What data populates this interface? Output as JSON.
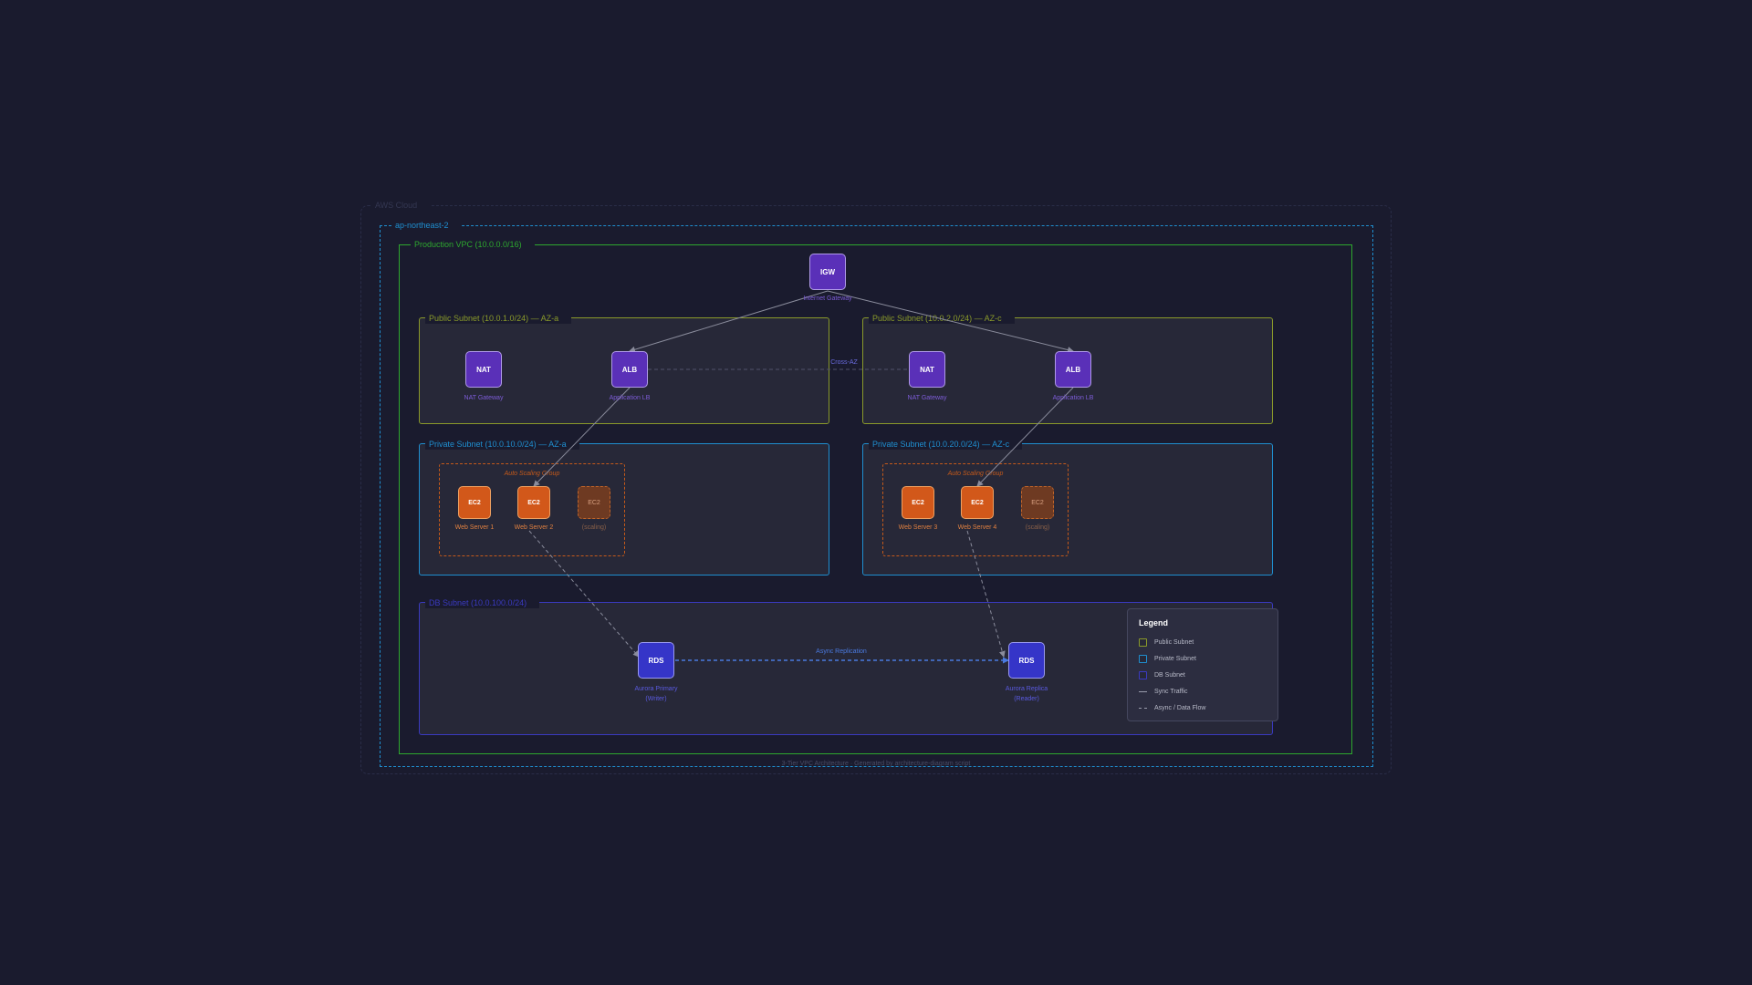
{
  "zones": {
    "cloud_label": "AWS Cloud",
    "region_label": "ap-northeast-2",
    "vpc_label": "Production VPC (10.0.0.0/16)",
    "public_a_label": "Public Subnet (10.0.1.0/24) — AZ-a",
    "public_c_label": "Public Subnet (10.0.2.0/24) — AZ-c",
    "private_a_label": "Private Subnet (10.0.10.0/24) — AZ-a",
    "private_c_label": "Private Subnet (10.0.20.0/24) — AZ-c",
    "db_label": "DB Subnet (10.0.100.0/24)",
    "asg_a_label": "Auto Scaling Group",
    "asg_c_label": "Auto Scaling Group"
  },
  "nodes": {
    "igw": {
      "icon": "IGW",
      "caption": "Internet Gateway"
    },
    "nat_a": {
      "icon": "NAT",
      "caption": "NAT Gateway"
    },
    "alb_a": {
      "icon": "ALB",
      "caption": "Application LB"
    },
    "nat_c": {
      "icon": "NAT",
      "caption": "NAT Gateway"
    },
    "alb_c": {
      "icon": "ALB",
      "caption": "Application LB"
    },
    "ec2_1": {
      "icon": "EC2",
      "caption": "Web Server 1"
    },
    "ec2_2": {
      "icon": "EC2",
      "caption": "Web Server 2"
    },
    "ec2_a_scaling": {
      "icon": "EC2",
      "caption": "(scaling)"
    },
    "ec2_3": {
      "icon": "EC2",
      "caption": "Web Server 3"
    },
    "ec2_4": {
      "icon": "EC2",
      "caption": "Web Server 4"
    },
    "ec2_c_scaling": {
      "icon": "EC2",
      "caption": "(scaling)"
    },
    "rds_primary": {
      "icon": "RDS",
      "caption_1": "Aurora Primary",
      "caption_2": "(Writer)"
    },
    "rds_replica": {
      "icon": "RDS",
      "caption_1": "Aurora Replica",
      "caption_2": "(Reader)"
    }
  },
  "edge_labels": {
    "cross_az": "Cross-AZ",
    "async_replication": "Async Replication"
  },
  "legend": {
    "title": "Legend",
    "items": [
      "Public Subnet",
      "Private Subnet",
      "DB Subnet",
      "Sync Traffic",
      "Async / Data Flow"
    ]
  },
  "footer": "3-Tier VPC Architecture  ·  Generated by architecture-diagram script",
  "colors": {
    "background": "#1a1b2e",
    "vpc": "#2ea82e",
    "region": "#1f8fd0",
    "public_subnet": "#8a9a2a",
    "private_subnet": "#1f8fd0",
    "db_subnet": "#3a3ac0",
    "network_node": "#5a30b8",
    "compute_node": "#d2581a",
    "database_node": "#3535c8",
    "async_edge": "#4a7ae0"
  }
}
